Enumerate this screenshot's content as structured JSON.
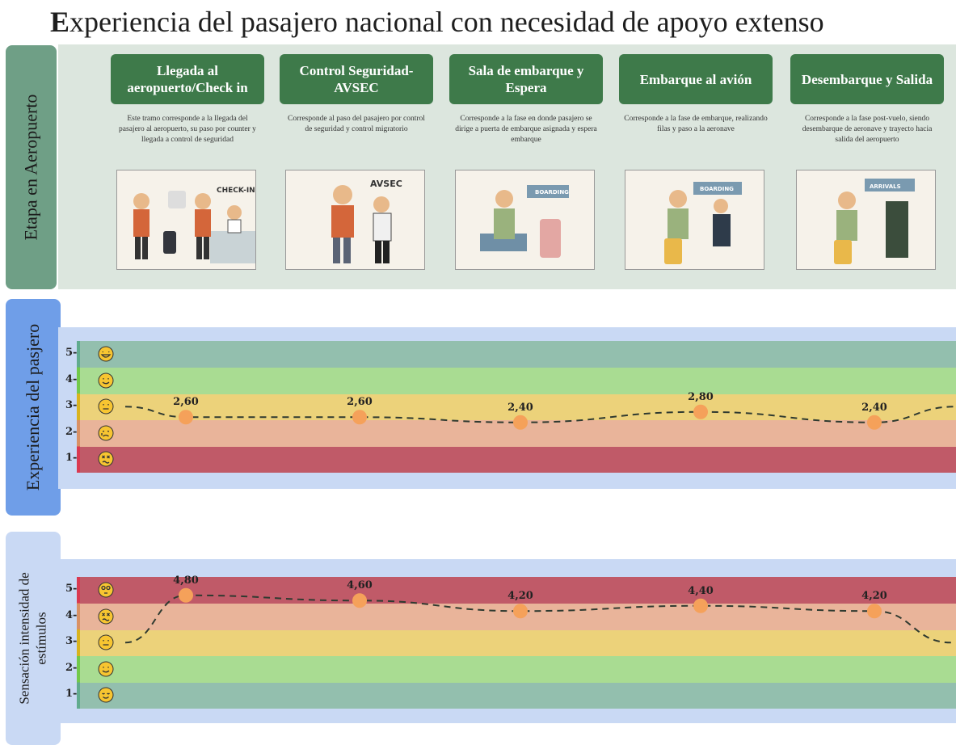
{
  "title": {
    "first_letter": "E",
    "rest": "xperiencia del pasajero nacional con necesidad de apoyo extenso"
  },
  "sections": {
    "etapa": "Etapa en Aeropuerto",
    "experiencia": "Experiencia del pasjero",
    "sensacion_l1": "Sensación intensidad de",
    "sensacion_l2": "estímulos"
  },
  "stages": [
    {
      "title": "Llegada al aeropuerto/Check in",
      "desc": "Este tramo corresponde a la llegada del pasajero al aeropuerto, su paso por counter y llegada a control de seguridad",
      "sign": "CHECK-IN"
    },
    {
      "title": "Control Seguridad- AVSEC",
      "desc": "Corresponde al paso del pasajero por control de seguridad y control migratorio",
      "sign": "AVSEC"
    },
    {
      "title": "Sala de embarque y Espera",
      "desc": "Corresponde a la fase en donde pasajero se dirige a puerta de embarque asignada y  espera embarque",
      "sign": "BOARDING"
    },
    {
      "title": "Embarque al avión",
      "desc": "Corresponde a la fase de embarque, realizando filas y paso a la aeronave",
      "sign": "BOARDING"
    },
    {
      "title": "Desembarque y Salida",
      "desc": "Corresponde a la fase post-vuelo, siendo desembarque de aeronave y trayecto hacia salida del aeropuerto",
      "sign": "ARRIVALS"
    }
  ],
  "chart_data": [
    {
      "type": "line",
      "categories": [
        "Llegada al aeropuerto/Check in",
        "Control Seguridad- AVSEC",
        "Sala de embarque y Espera",
        "Embarque al avión",
        "Desembarque y Salida"
      ],
      "values": [
        2.6,
        2.6,
        2.4,
        2.8,
        2.4
      ],
      "value_labels": [
        "2,60",
        "2,60",
        "2,40",
        "2,80",
        "2,40"
      ],
      "ylim": [
        0.5,
        5.5
      ],
      "yticks": [
        "1-",
        "2-",
        "3-",
        "4-",
        "5-"
      ],
      "bands": [
        {
          "level": 1,
          "color": "#c05a68",
          "emoji": "dizzy-face-icon"
        },
        {
          "level": 2,
          "color": "#e9b49a",
          "emoji": "crying-face-icon"
        },
        {
          "level": 3,
          "color": "#ecd27a",
          "emoji": "neutral-face-icon"
        },
        {
          "level": 4,
          "color": "#a9dc92",
          "emoji": "smiling-face-icon"
        },
        {
          "level": 5,
          "color": "#93bfae",
          "emoji": "grinning-face-icon"
        }
      ],
      "marker_color": "#f5a15a",
      "ylabel": "Experiencia del pasjero"
    },
    {
      "type": "line",
      "categories": [
        "Llegada al aeropuerto/Check in",
        "Control Seguridad- AVSEC",
        "Sala de embarque y Espera",
        "Embarque al avión",
        "Desembarque y Salida"
      ],
      "values": [
        4.8,
        4.6,
        4.2,
        4.4,
        4.2
      ],
      "value_labels": [
        "4,80",
        "4,60",
        "4,20",
        "4,40",
        "4,20"
      ],
      "ylim": [
        0.5,
        5.5
      ],
      "yticks": [
        "1-",
        "2-",
        "3-",
        "4-",
        "5-"
      ],
      "bands": [
        {
          "level": 1,
          "color": "#93bfae",
          "emoji": "relieved-face-icon"
        },
        {
          "level": 2,
          "color": "#a9dc92",
          "emoji": "smiling-face-icon"
        },
        {
          "level": 3,
          "color": "#ecd27a",
          "emoji": "neutral-face-icon"
        },
        {
          "level": 4,
          "color": "#e9b49a",
          "emoji": "dizzy-face-icon"
        },
        {
          "level": 5,
          "color": "#c05a68",
          "emoji": "spiral-eyes-face-icon"
        }
      ],
      "marker_color": "#f5a15a",
      "ylabel": "Sensación intensidad de estímulos"
    }
  ]
}
